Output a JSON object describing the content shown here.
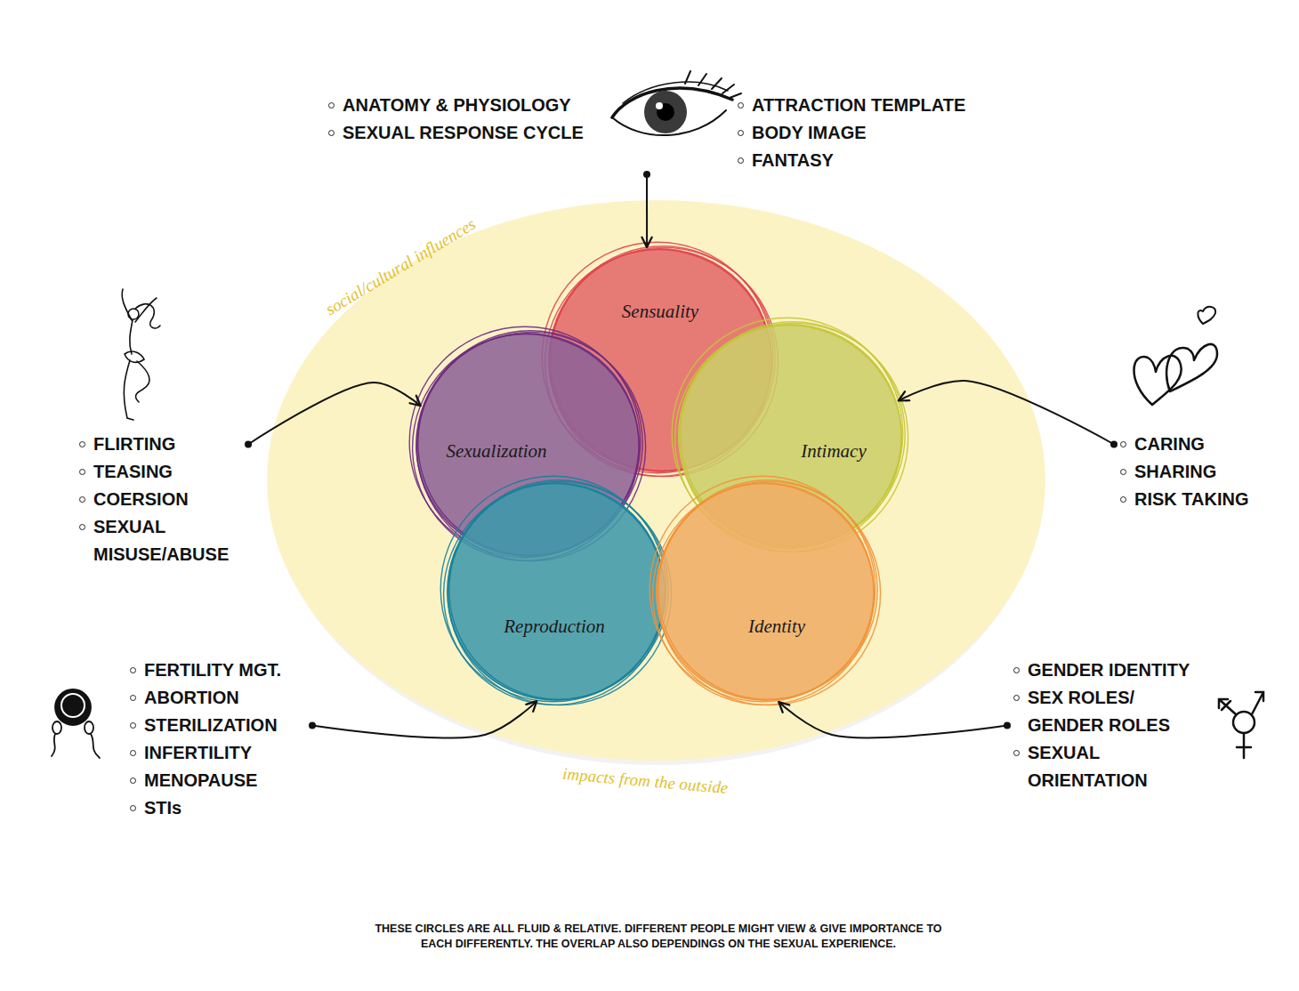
{
  "diagram": {
    "caption": "THESE CIRCLES ARE ALL FLUID & RELATIVE. DIFFERENT PEOPLE MIGHT VIEW & GIVE IMPORTANCE TO EACH DIFFERENTLY. THE OVERLAP ALSO DEPENDINGS ON THE SEXUAL EXPERIENCE.",
    "nodes": [
      {
        "text": [
          "ANATOMY & PHYSIOLOGY",
          "SEXUAL RESPONSE CYCLE",
          "ATTRACTION TEMPLATE",
          "BODY IMAGE",
          "FANTASY"
        ]
      },
      {
        "text": [
          "social/cultural influences",
          "impacts from the outside"
        ]
      },
      {
        "text": [
          "Sensuality"
        ],
        "in": 1
      },
      {
        "text": [
          "Sexualization"
        ],
        "in": 1
      },
      {
        "text": [
          "Intimacy"
        ],
        "in": 1
      },
      {
        "text": [
          "Reproduction"
        ],
        "in": 1
      },
      {
        "text": [
          "Identity"
        ],
        "in": 1
      },
      {
        "text": [
          "FLIRTING",
          "TEASING",
          "COERSION",
          "SEXUAL MISUSE/ABUSE"
        ]
      },
      {
        "text": [
          "CARING",
          "SHARING",
          "RISK TAKING"
        ]
      },
      {
        "text": [
          "FERTILITY MGT.",
          "ABORTION",
          "STERILIZATION",
          "INFERTILITY",
          "MENOPAUSE",
          "STIs"
        ]
      },
      {
        "text": [
          "GENDER IDENTITY",
          "SEX ROLES/ GENDER ROLES",
          "SEXUAL ORIENTATION"
        ]
      }
    ],
    "edges": [
      {
        "from": 0,
        "to": 2,
        "arrow": "to"
      },
      {
        "from": 7,
        "to": 3,
        "arrow": "to"
      },
      {
        "from": 8,
        "to": 4,
        "arrow": "to"
      },
      {
        "from": 9,
        "to": 5,
        "arrow": "to"
      },
      {
        "from": 10,
        "to": 6,
        "arrow": "to"
      }
    ]
  }
}
